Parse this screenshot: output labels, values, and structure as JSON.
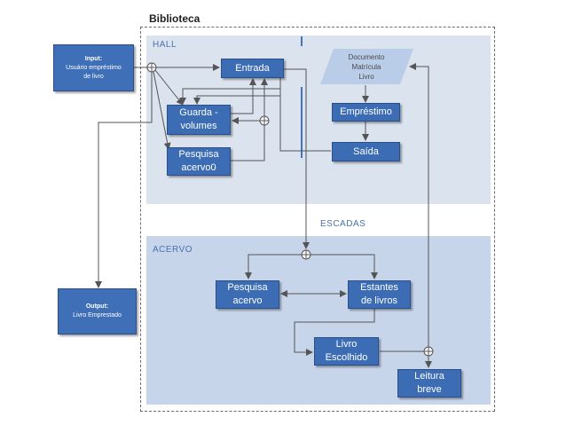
{
  "title": "Biblioteca",
  "zones": {
    "hall": "HALL",
    "escadas": "ESCADAS",
    "acervo": "ACERVO"
  },
  "input": {
    "heading": "Input:",
    "text": "Usuário empréstimo\nde livro"
  },
  "output": {
    "heading": "Output:",
    "text": "Livro Emprestado"
  },
  "nodes": {
    "entrada": "Entrada",
    "guarda_volumes": "Guarda -\nvolumes",
    "pesquisa_acervo0": "Pesquisa\nacervo0",
    "documento": "Documento\nMatrícula\nLivro",
    "emprestimo": "Empréstimo",
    "saida": "Saída",
    "pesquisa_acervo": "Pesquisa\nacervo",
    "estantes_de_livros": "Estantes\nde livros",
    "livro_escolhido": "Livro\nEscolhido",
    "leitura_breve": "Leitura\nbreve"
  },
  "colors": {
    "box_fill": "#3c6db4",
    "hall_zone": "#dbe3ef",
    "acervo_zone": "#c7d5ea",
    "document_fill": "#b9cde8",
    "connector": "#555555"
  }
}
